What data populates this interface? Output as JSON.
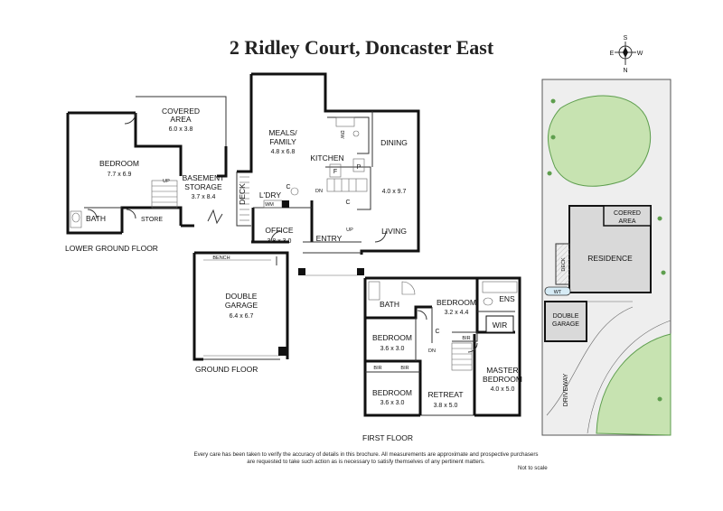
{
  "title": "2 Ridley Court, Doncaster East",
  "compass": {
    "n": "N",
    "s": "S",
    "e": "E",
    "w": "W"
  },
  "lower_ground": {
    "label": "LOWER GROUND FLOOR",
    "covered_area": {
      "name": "COVERED\nAREA",
      "size": "6.0 x 3.8"
    },
    "bedroom": {
      "name": "BEDROOM",
      "size": "7.7 x 6.9"
    },
    "basement": {
      "name": "BASEMENT\nSTORAGE",
      "size": "3.7 x 8.4"
    },
    "bath": "BATH",
    "store": "STORE",
    "up": "UP"
  },
  "ground": {
    "label": "GROUND FLOOR",
    "meals": {
      "name": "MEALS/\nFAMILY",
      "size": "4.8 x 6.8"
    },
    "kitchen": "KITCHEN",
    "dining": "DINING",
    "living_size": "4.0 x 9.7",
    "living": "LIVING",
    "deck": "DECK",
    "laundry": "L'DRY",
    "office": {
      "name": "OFFICE",
      "size": "3.8 x 3.0"
    },
    "entry": "ENTRY",
    "bench": "BENCH",
    "garage": {
      "name": "DOUBLE\nGARAGE",
      "size": "6.4 x 6.7"
    },
    "dw": "DW",
    "f": "F",
    "p": "P",
    "c": "C",
    "wm": "WM",
    "dn": "DN",
    "up": "UP"
  },
  "first": {
    "label": "FIRST FLOOR",
    "bath": "BATH",
    "bedroom_top": {
      "name": "BEDROOM",
      "size": "3.2 x 4.4"
    },
    "ens": "ENS",
    "wir": "WIR",
    "bedroom_mid": {
      "name": "BEDROOM",
      "size": "3.6 x 3.0"
    },
    "bedroom_low": {
      "name": "BEDROOM",
      "size": "3.6 x 3.0"
    },
    "retreat": {
      "name": "RETREAT",
      "size": "3.8 x 5.0"
    },
    "master": {
      "name": "MASTER\nBEDROOM",
      "size": "4.0 x 5.0"
    },
    "bir": "BIR",
    "c": "C",
    "dn": "DN"
  },
  "site": {
    "covered": "COERED\nAREA",
    "residence": "RESIDENCE",
    "deck": "DECK",
    "wt": "WT",
    "garage": "DOUBLE\nGARAGE",
    "driveway": "DRIVEWAY"
  },
  "disclaimer_line1": "Every care has been taken to verify the accuracy of details in this brochure.  All measurements are approximate and prospective purchasers",
  "disclaimer_line2": "are requested to take such action as is necessary to satisfy themselves of any pertinent matters.",
  "not_to_scale": "Not to scale",
  "colors": {
    "wall": "#111111",
    "grass": "#c7e3b1",
    "grass_edge": "#5e9e4e",
    "site_fill": "#eeeeee",
    "building": "#d9d9d9"
  }
}
